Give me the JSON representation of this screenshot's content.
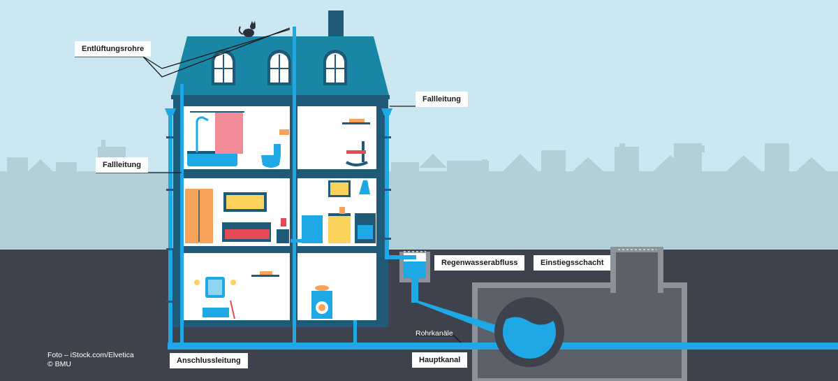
{
  "labels": {
    "vent_pipes": "Entlüftungsrohre",
    "downpipe_right": "Fallleitung",
    "downpipe_left": "Fallleitung",
    "rainwater_drain": "Regenwasserabfluss",
    "manhole": "Einstiegsschacht",
    "pipe_channels": "Rohrkanäle",
    "connection_pipe": "Anschlussleitung",
    "main_sewer": "Hauptkanal"
  },
  "credit": {
    "line1": "Foto – iStock.com/Elvetica",
    "line2": "© BMU"
  },
  "colors": {
    "sky": "#cbe8f2",
    "city_silhouette": "#b3cfd8",
    "ground": "#3e424d",
    "house_frame": "#1f5b78",
    "roof": "#1a86a5",
    "pipe": "#1ea8e6",
    "room_wall": "#ffffff"
  }
}
